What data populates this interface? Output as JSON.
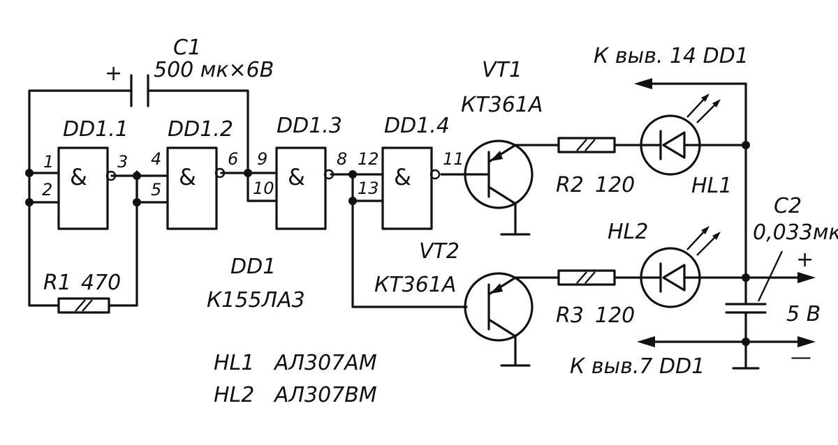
{
  "components": {
    "c1": {
      "ref": "C1",
      "value": "500 мк×6В",
      "polarity": "+"
    },
    "c2": {
      "ref": "C2",
      "value": "0,033мк"
    },
    "r1": {
      "ref": "R1",
      "value": "470"
    },
    "r2": {
      "ref": "R2",
      "value": "120"
    },
    "r3": {
      "ref": "R3",
      "value": "120"
    },
    "vt1": {
      "ref": "VT1",
      "part": "КТ361А"
    },
    "vt2": {
      "ref": "VT2",
      "part": "КТ361А"
    },
    "hl1": {
      "ref": "HL1"
    },
    "hl2": {
      "ref": "HL2"
    },
    "dd1": {
      "ref": "DD1",
      "part": "К155ЛА3"
    }
  },
  "gates": [
    {
      "ref": "DD1.1",
      "symbol": "&",
      "in_a": "1",
      "in_b": "2",
      "out": "3"
    },
    {
      "ref": "DD1.2",
      "symbol": "&",
      "in_a": "4",
      "in_b": "5",
      "out": "6"
    },
    {
      "ref": "DD1.3",
      "symbol": "&",
      "in_a": "9",
      "in_b": "10",
      "out": "8"
    },
    {
      "ref": "DD1.4",
      "symbol": "&",
      "in_a": "12",
      "in_b": "13",
      "out": "11"
    }
  ],
  "notes": {
    "pin14": "К выв. 14 DD1",
    "pin7": "К выв.7 DD1",
    "supply_plus": "+",
    "supply_minus": "—",
    "supply_voltage": "5 В",
    "led_list_1": "HL1   АЛ307АМ",
    "led_list_2": "HL2   АЛ307ВМ"
  }
}
